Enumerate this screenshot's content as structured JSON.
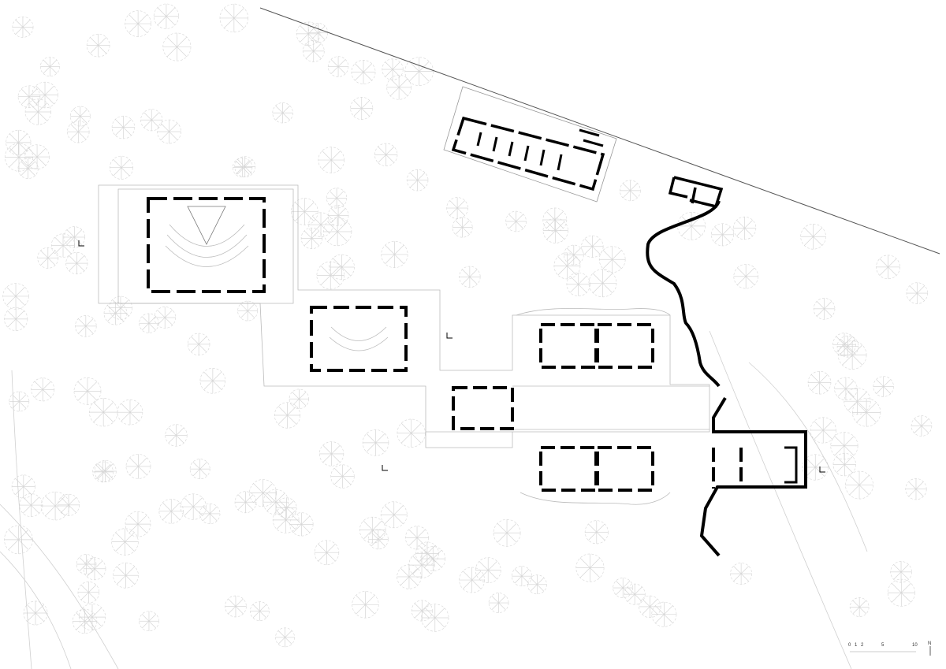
{
  "scale_bar": {
    "ticks": [
      "0",
      "1",
      "2",
      "5",
      "10"
    ],
    "north_label": "N"
  },
  "colors": {
    "wall": "#000000",
    "outline": "#bdbdbd",
    "tree": "#d6d6d6",
    "boundary": "#555555"
  }
}
